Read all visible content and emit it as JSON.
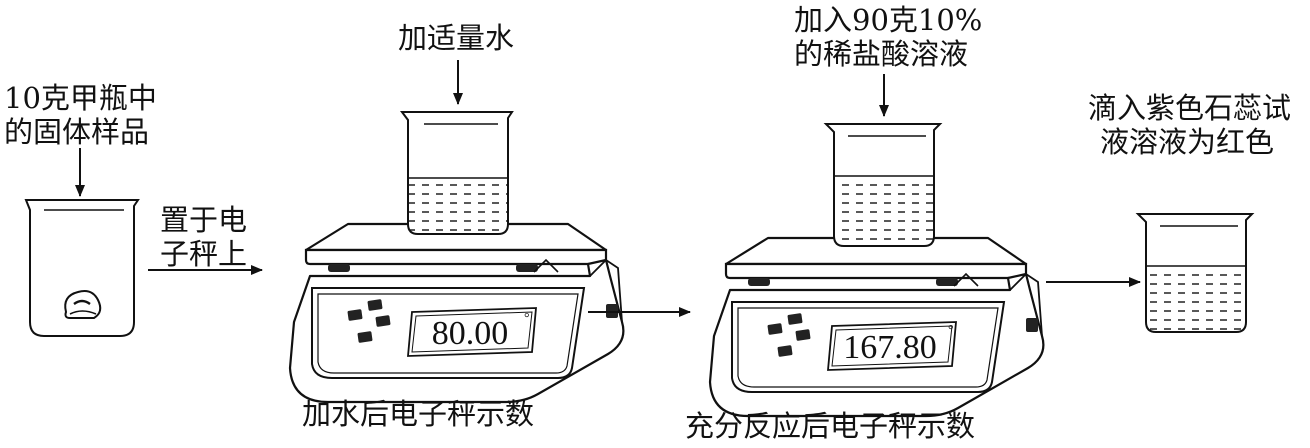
{
  "labels": {
    "sample_line1": "10克甲瓶中",
    "sample_line2": "的固体样品",
    "place_line1": "置于电",
    "place_line2": "子秤上",
    "add_water": "加适量水",
    "add_acid_line1": "加入90克10%",
    "add_acid_line2": "的稀盐酸溶液",
    "litmus_line1": "滴入紫色石蕊试",
    "litmus_line2": "液溶液为红色",
    "caption_scale1": "加水后电子秤示数",
    "caption_scale2": "充分反应后电子秤示数"
  },
  "readings": {
    "scale1": "80.00",
    "scale2": "167.80",
    "unit_mark": "°"
  }
}
